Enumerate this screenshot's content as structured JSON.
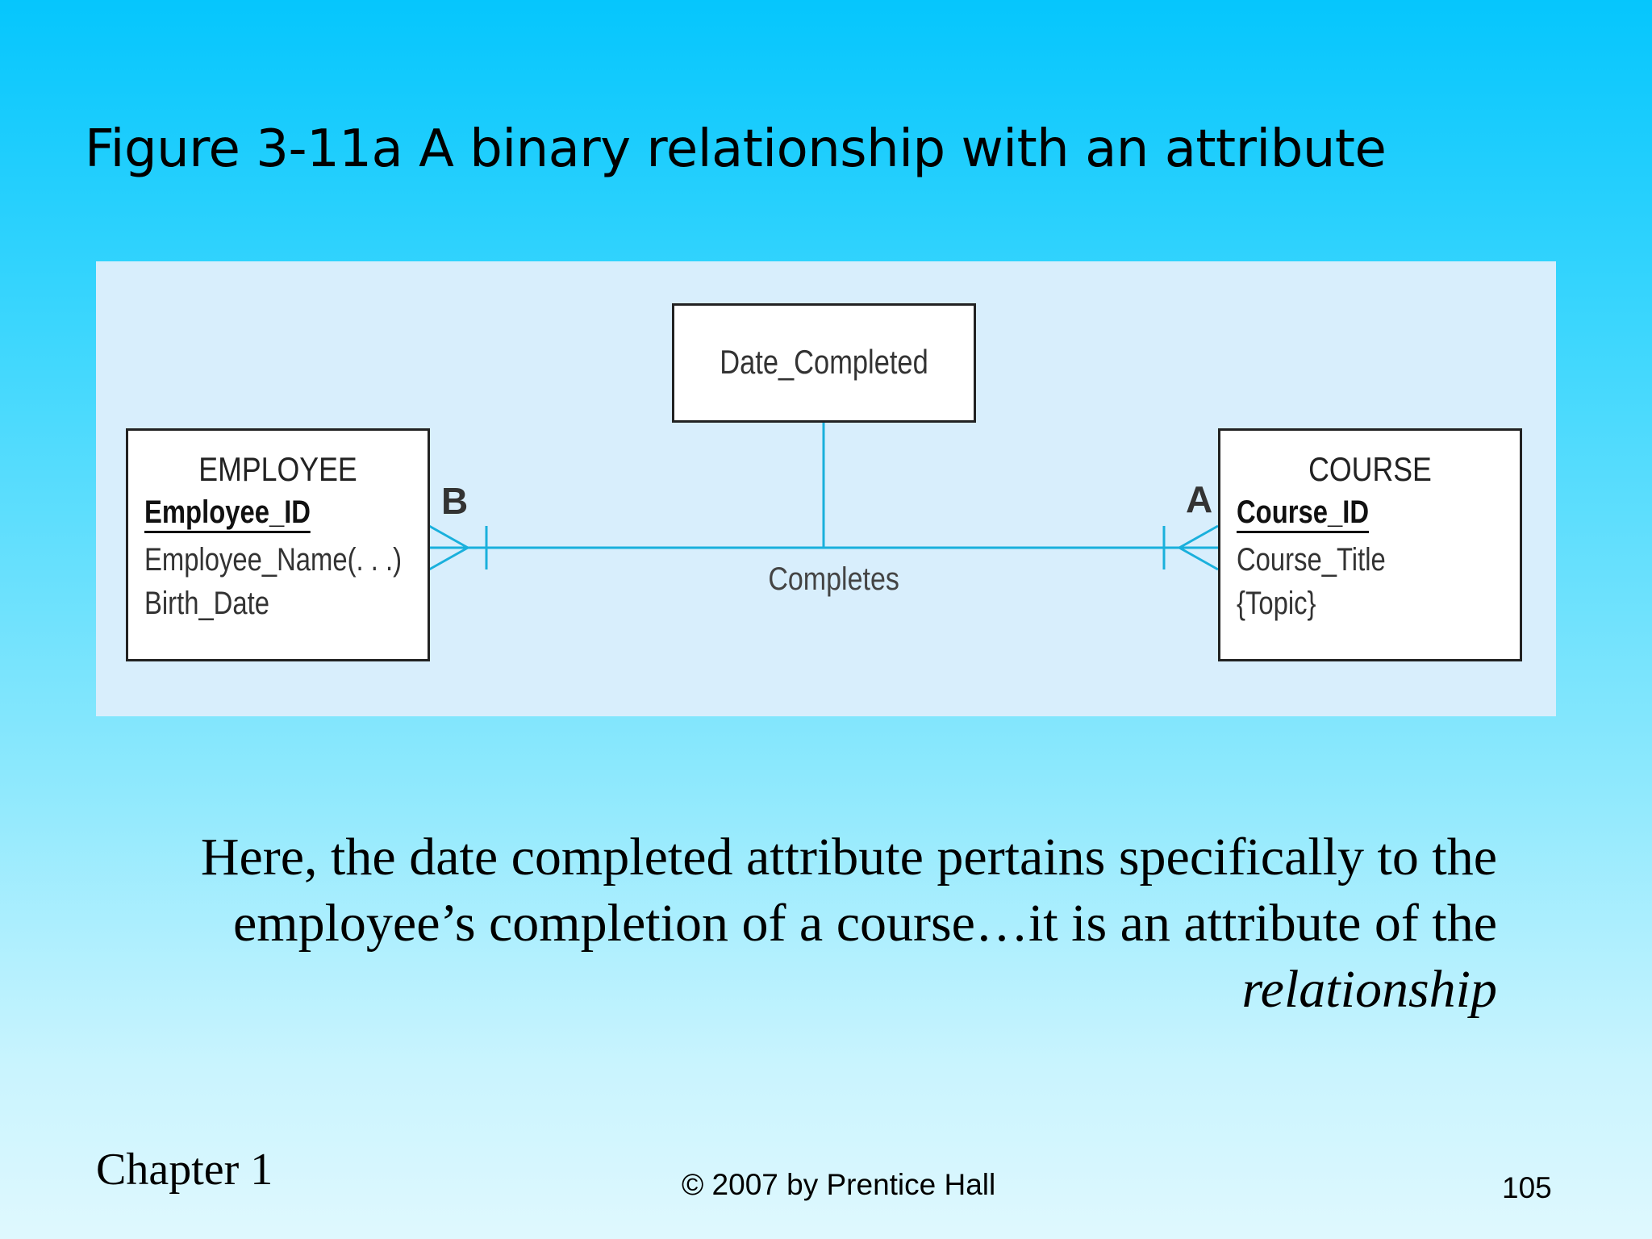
{
  "slide": {
    "title": "Figure 3-11a A binary relationship with an attribute"
  },
  "diagram": {
    "employee": {
      "name": "EMPLOYEE",
      "attributes": [
        "Employee_ID",
        "Employee_Name(. . .)",
        "Birth_Date"
      ]
    },
    "course": {
      "name": "COURSE",
      "attributes": [
        "Course_ID",
        "Course_Title",
        "{Topic}"
      ]
    },
    "relationship_attribute": "Date_Completed",
    "relationship": "Completes",
    "cardinality_label_left": "B",
    "cardinality_label_right": "A",
    "line_color": "#1ab0dc"
  },
  "body": {
    "line1": "Here, the date completed attribute pertains specifically to the",
    "line2": "employee’s completion of a course…it is an attribute of the",
    "line3_italic": "relationship"
  },
  "footer": {
    "chapter": "Chapter 1",
    "copyright": "© 2007 by Prentice Hall",
    "page": "105"
  }
}
